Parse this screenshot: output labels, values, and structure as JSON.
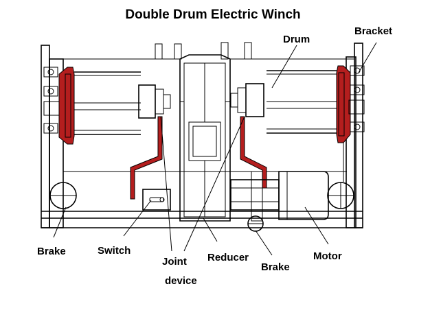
{
  "title": "Double Drum Electric Winch",
  "labels": {
    "drum": "Drum",
    "bracket": "Bracket",
    "brake_left": "Brake",
    "switch": "Switch",
    "joint_line1": "Joint",
    "joint_line2": "device",
    "reducer": "Reducer",
    "brake_right": "Brake",
    "motor": "Motor"
  },
  "colors": {
    "brake_band": "#b41e1e",
    "line": "#000000"
  }
}
